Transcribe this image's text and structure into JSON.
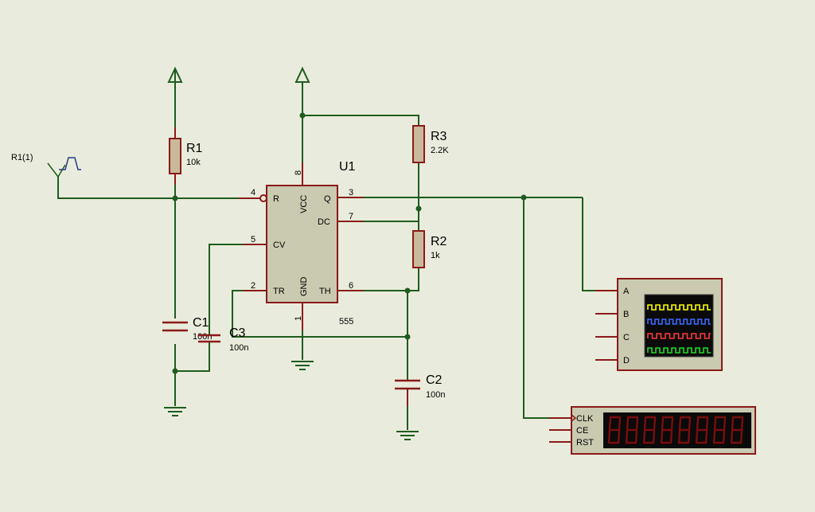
{
  "generator": {
    "label": "R1(1)"
  },
  "components": {
    "r1": {
      "ref": "R1",
      "value": "10k"
    },
    "r2": {
      "ref": "R2",
      "value": "1k"
    },
    "r3": {
      "ref": "R3",
      "value": "2.2K"
    },
    "c1": {
      "ref": "C1",
      "value": "100n"
    },
    "c2": {
      "ref": "C2",
      "value": "100n"
    },
    "c3": {
      "ref": "C3",
      "value": "100n"
    }
  },
  "u1": {
    "ref": "U1",
    "part": "555",
    "pins": {
      "r": "R",
      "vcc": "VCC",
      "q": "Q",
      "dc": "DC",
      "cv": "CV",
      "tr": "TR",
      "gnd": "GND",
      "th": "TH"
    },
    "pin_numbers": {
      "r": "4",
      "vcc": "8",
      "q": "3",
      "dc": "7",
      "cv": "5",
      "tr": "2",
      "gnd": "1",
      "th": "6"
    }
  },
  "oscilloscope": {
    "channels": [
      "A",
      "B",
      "C",
      "D"
    ],
    "trace_colors": [
      "#ffff00",
      "#3b6bff",
      "#ff3b3b",
      "#22dd22"
    ]
  },
  "counter": {
    "inputs": [
      "CLK",
      "CE",
      "RST"
    ],
    "digit_count": 8,
    "segment_color": "#7a0d0d"
  }
}
